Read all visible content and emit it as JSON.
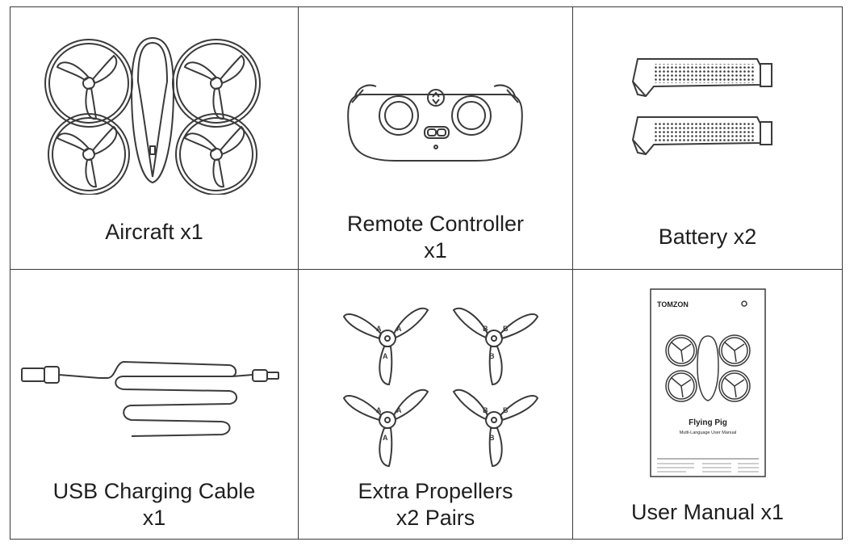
{
  "items": [
    {
      "id": "aircraft",
      "lines": [
        "Aircraft x1"
      ]
    },
    {
      "id": "remote-controller",
      "lines": [
        "Remote Controller",
        "x1"
      ]
    },
    {
      "id": "battery",
      "lines": [
        "Battery x2"
      ]
    },
    {
      "id": "usb-cable",
      "lines": [
        "USB Charging Cable",
        "x1"
      ]
    },
    {
      "id": "propellers",
      "lines": [
        "Extra Propellers",
        "x2 Pairs"
      ]
    },
    {
      "id": "user-manual",
      "lines": [
        "User Manual x1"
      ]
    }
  ],
  "manual_cover": {
    "brand": "TOMZON",
    "title": "Flying Pig",
    "subtitle": "Multi-Language User Manual"
  },
  "propeller_marks": {
    "a": "A",
    "b": "B"
  },
  "colors": {
    "line": "#3a3a3a",
    "text": "#1f1f1f",
    "background": "#ffffff"
  }
}
